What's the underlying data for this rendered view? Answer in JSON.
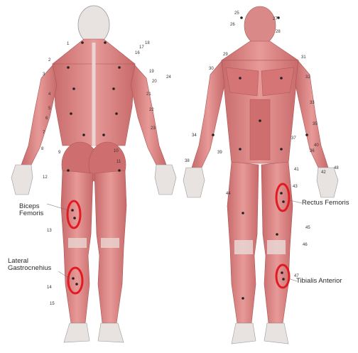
{
  "labels": {
    "biceps_femoris": "Biceps Femoris",
    "lateral_gastrocnemius": "Lateral Gastrocnehius",
    "rectus_femoris": "Rectus Femoris",
    "tibialis_anterior": "Tibialis Anterior"
  },
  "numbers": {
    "back": [
      "1",
      "2",
      "3",
      "4",
      "5",
      "6",
      "7",
      "8",
      "9",
      "10",
      "11",
      "12",
      "13",
      "14",
      "15",
      "16",
      "17",
      "18",
      "19",
      "20",
      "21",
      "22",
      "23",
      "24"
    ],
    "front": [
      "25",
      "26",
      "27",
      "28",
      "29",
      "30",
      "31",
      "32",
      "33",
      "34",
      "35",
      "36",
      "37",
      "38",
      "39",
      "40",
      "41",
      "42",
      "43",
      "44",
      "45",
      "46",
      "47",
      "48"
    ]
  },
  "colors": {
    "muscle": "#d9797a",
    "muscle_dark": "#b85858",
    "tendon": "#e9d6d2",
    "highlight": "#e11b22"
  }
}
